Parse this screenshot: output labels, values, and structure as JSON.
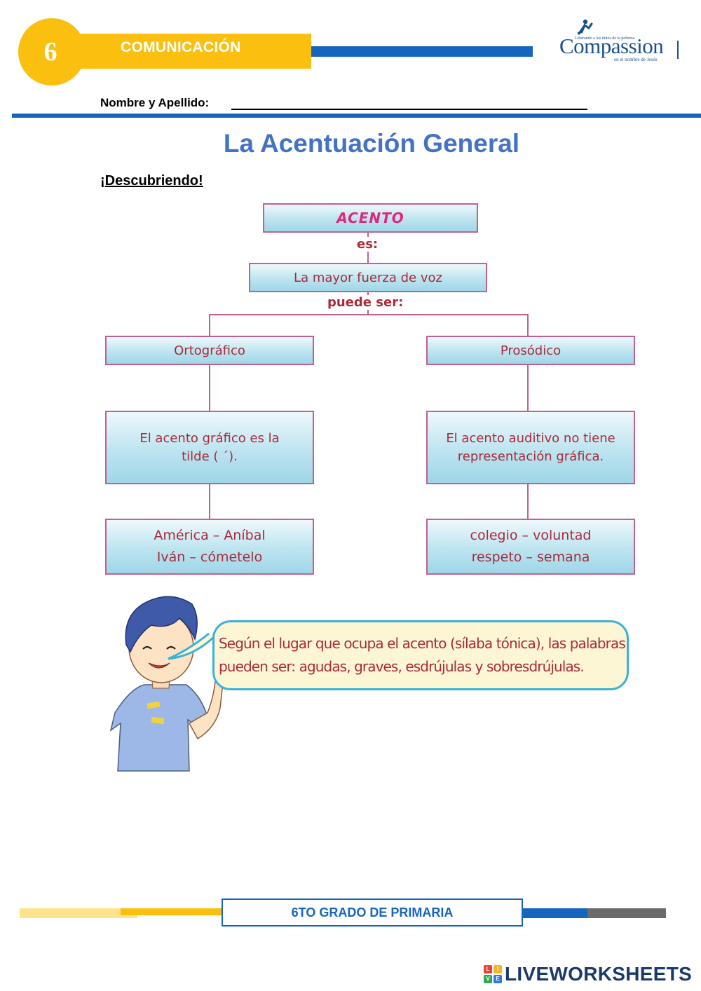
{
  "header": {
    "grade_number": "6",
    "subject": "COMUNICACIÓN",
    "logo": {
      "tagline": "Liberando a los niños de la pobreza",
      "name": "Compassion",
      "subline": "en el nombre de Jesús"
    },
    "name_label": "Nombre y Apellido:"
  },
  "page_title": "La Acentuación General",
  "section_label": "¡Descubriendo!",
  "concept_map": {
    "root": "ACENTO",
    "connector_is": "es:",
    "definition": "La mayor fuerza de voz",
    "connector_can_be": "puede ser:",
    "left": {
      "type": "Ortográfico",
      "description": "El acento gráfico es la tilde ( ´).",
      "examples": [
        "América – Aníbal",
        "Iván – cómetelo"
      ]
    },
    "right": {
      "type": "Prosódico",
      "description": "El acento auditivo no tiene representación gráfica.",
      "examples": [
        "colegio – voluntad",
        "respeto – semana"
      ]
    }
  },
  "speech_bubble": {
    "lines": [
      "Según el lugar que ocupa el acento (sílaba tónica), las palabras",
      "pueden ser: agudas, graves, esdrújulas y sobresdrújulas."
    ]
  },
  "footer": {
    "grade_label": "6TO GRADO DE PRIMARIA",
    "brand": "LIVEWORKSHEETS",
    "brand_badge": [
      "L",
      "I",
      "V",
      "E"
    ]
  },
  "colors": {
    "yellow": "#fbbf0f",
    "blue": "#1565c0",
    "title_blue": "#4472c4",
    "map_text": "#a82b3a",
    "map_border": "#c2608f",
    "accent_pink": "#e0287a",
    "bubble_border": "#3ab1d9"
  }
}
